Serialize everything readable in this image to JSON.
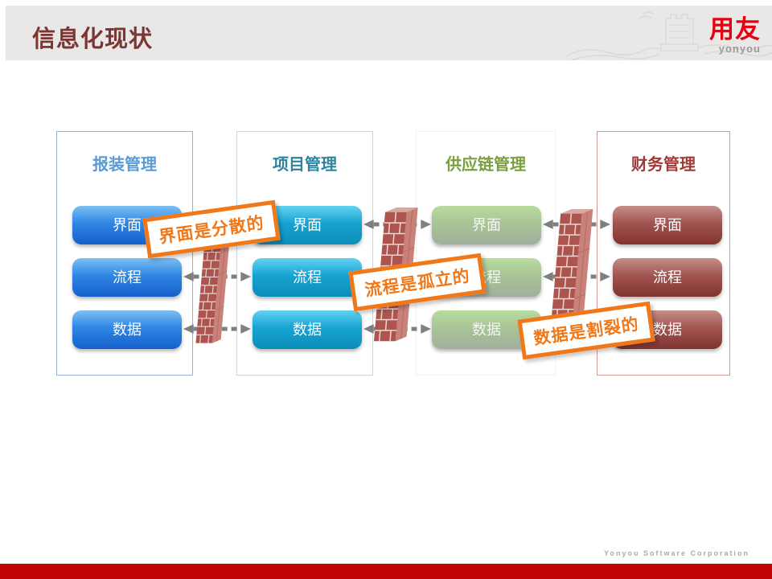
{
  "slide": {
    "title": "信息化现状",
    "logo": {
      "brand": "用友",
      "sub": "yonyou"
    },
    "footer": {
      "company": "Yonyou Software Corporation"
    }
  },
  "palette": {
    "header_band": "#E9E8E7",
    "title_color": "#7B3633",
    "logo_red": "#E60012",
    "banner_orange": "#F07818",
    "arrow_gray": "#7F7F7F",
    "brick_front": "#AE544E",
    "footer_bar_red": "#C10505"
  },
  "columns": [
    {
      "id": "baozhuang",
      "label": "报装管理",
      "header_color": "#5B9BD5",
      "border_color": "#8FB4D9",
      "box_top": "#7CC0F5",
      "box_bottom": "#1460CC",
      "boxes": [
        "界面",
        "流程",
        "数据"
      ]
    },
    {
      "id": "xiangmu",
      "label": "项目管理",
      "header_color": "#2E849E",
      "border_color": "#C9D6E2",
      "box_top": "#63D2F2",
      "box_bottom": "#0C8DB9",
      "boxes": [
        "界面",
        "流程",
        "数据"
      ]
    },
    {
      "id": "gongyinglian",
      "label": "供应链管理",
      "header_color": "#7B9E44",
      "border_color": "none",
      "box_top": "#B8DCA0",
      "box_bottom": "#A2AF9E",
      "boxes": [
        "界面",
        "流程",
        "数据"
      ]
    },
    {
      "id": "caiwu",
      "label": "财务管理",
      "header_color": "#9E3A38",
      "border_color": "#D59896",
      "box_top": "#C68E89",
      "box_bottom": "#82332F",
      "boxes": [
        "界面",
        "流程",
        "数据"
      ]
    }
  ],
  "banners": [
    {
      "text": "界面是分散的"
    },
    {
      "text": "流程是孤立的"
    },
    {
      "text": "数据是割裂的"
    }
  ]
}
